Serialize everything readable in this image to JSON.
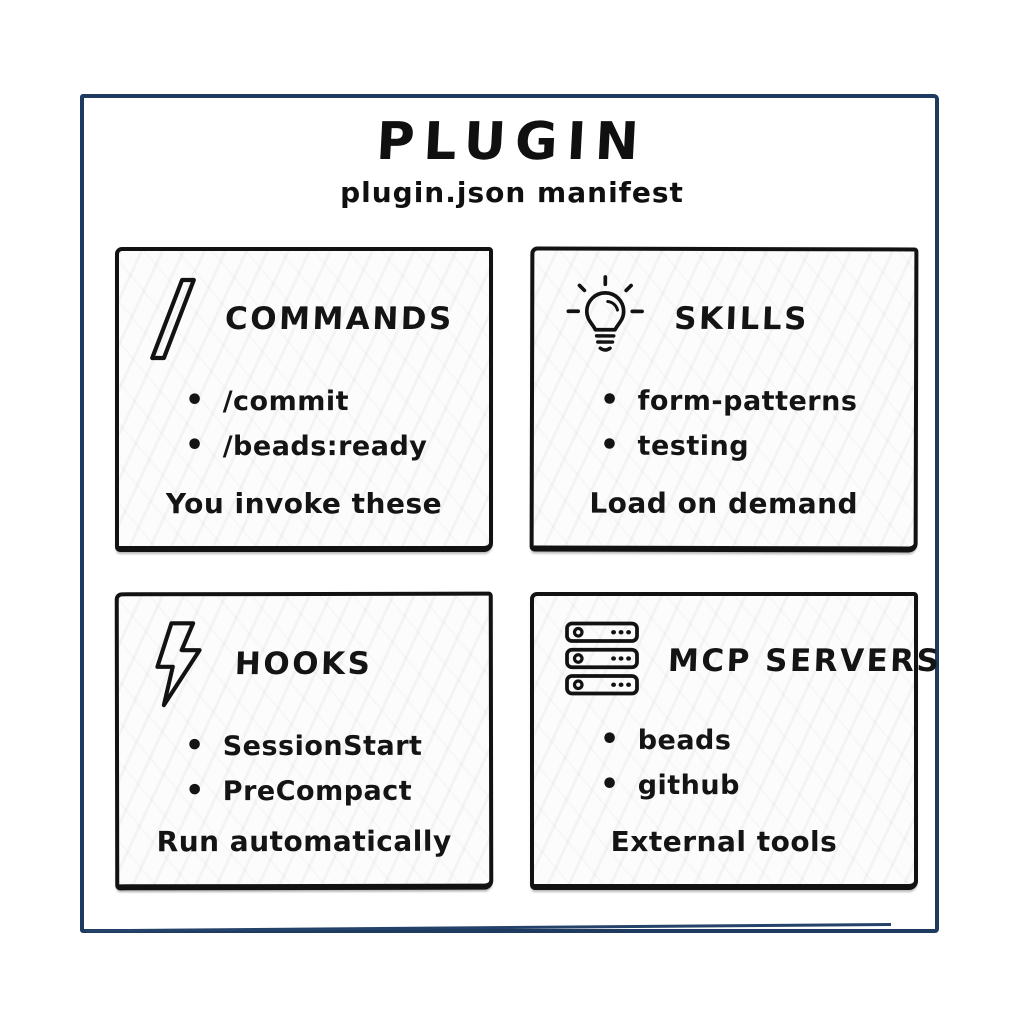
{
  "title": "PLUGIN",
  "subtitle": "plugin.json manifest",
  "colors": {
    "frame": "#1e3a5e",
    "ink": "#141414",
    "card_background": "#fcfcfc"
  },
  "bullet_glyph": "•",
  "cards": [
    {
      "icon": "slash-icon",
      "title": "COMMANDS",
      "items": [
        "/commit",
        "/beads:ready"
      ],
      "note": "You invoke these"
    },
    {
      "icon": "lightbulb-icon",
      "title": "SKILLS",
      "items": [
        "form-patterns",
        "testing"
      ],
      "note": "Load on demand"
    },
    {
      "icon": "lightning-bolt-icon",
      "title": "HOOKS",
      "items": [
        "SessionStart",
        "PreCompact"
      ],
      "note": "Run automatically"
    },
    {
      "icon": "server-stack-icon",
      "title": "MCP SERVERS",
      "items": [
        "beads",
        "github"
      ],
      "note": "External tools"
    }
  ]
}
